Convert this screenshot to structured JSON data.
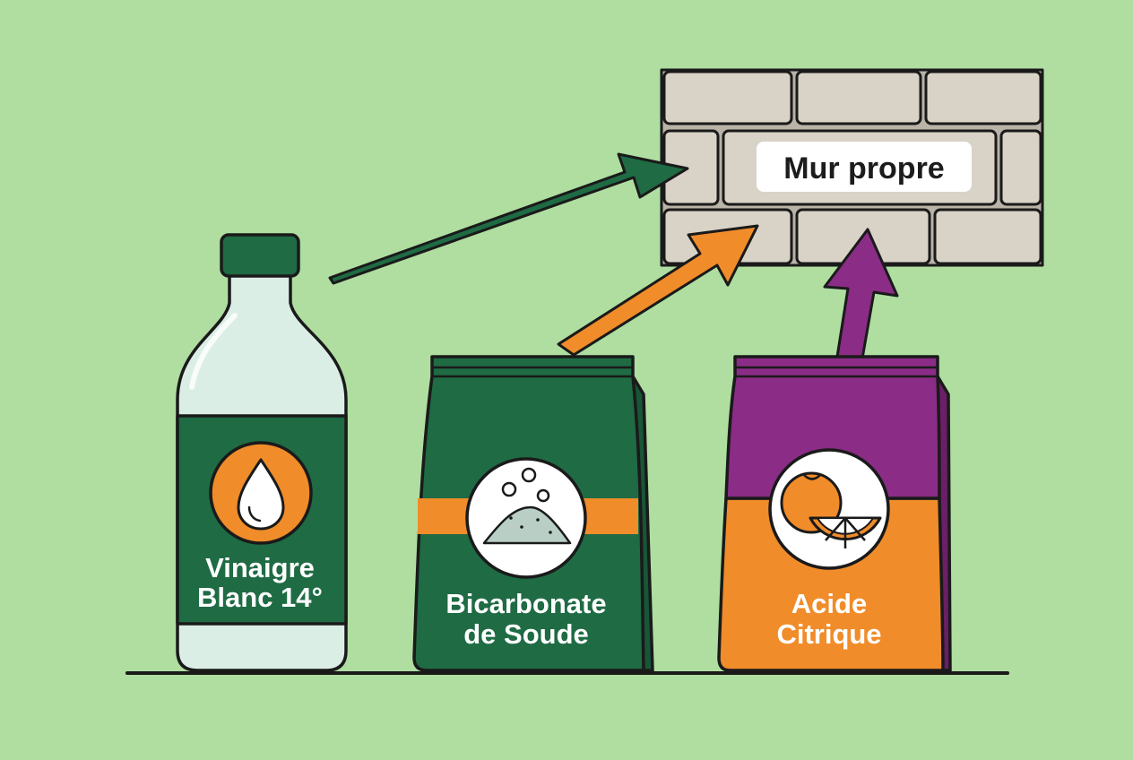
{
  "colors": {
    "background": "#afdea0",
    "green": "#1f6b44",
    "orange": "#f08c2a",
    "purple": "#8b2c86",
    "brick": "#d9d3c7",
    "bottle": "#dbeee6",
    "outline": "#1a1a1a"
  },
  "wall": {
    "label": "Mur propre"
  },
  "products": [
    {
      "line1": "Vinaigre",
      "line2": "Blanc 14°",
      "icon": "water-drop-icon"
    },
    {
      "line1": "Bicarbonate",
      "line2": "de Soude",
      "icon": "powder-bubbles-icon"
    },
    {
      "line1": "Acide",
      "line2": "Citrique",
      "icon": "citrus-orange-icon"
    }
  ],
  "arrows": [
    {
      "from": "Vinaigre Blanc 14°",
      "to": "Mur propre",
      "color": "green"
    },
    {
      "from": "Bicarbonate de Soude",
      "to": "Mur propre",
      "color": "orange"
    },
    {
      "from": "Acide Citrique",
      "to": "Mur propre",
      "color": "purple"
    }
  ]
}
